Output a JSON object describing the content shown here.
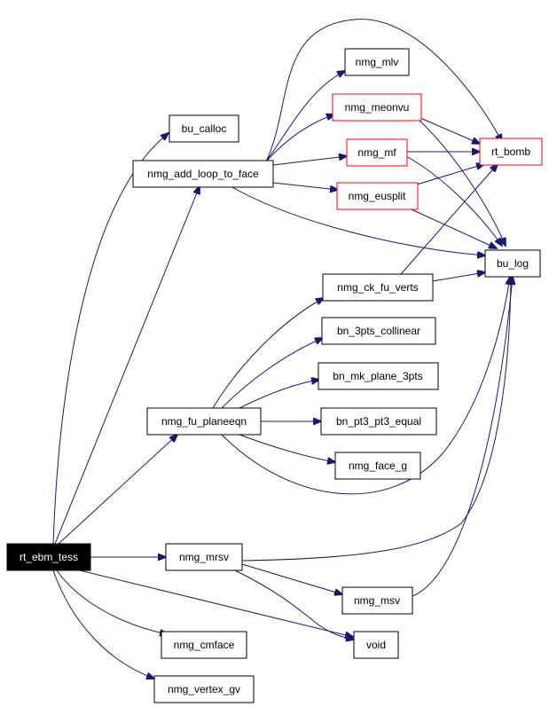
{
  "colors": {
    "edge": "#191970",
    "node_border": "#000000",
    "node_border_highlight": "#ff0000",
    "root_fill": "#000000",
    "root_text": "#ffffff"
  },
  "nodes": {
    "rt_ebm_tess": "rt_ebm_tess",
    "bu_calloc": "bu_calloc",
    "nmg_add_loop_to_face": "nmg_add_loop_to_face",
    "nmg_mlv": "nmg_mlv",
    "nmg_meonvu": "nmg_meonvu",
    "nmg_mf": "nmg_mf",
    "nmg_eusplit": "nmg_eusplit",
    "rt_bomb": "rt_bomb",
    "bu_log": "bu_log",
    "nmg_ck_fu_verts": "nmg_ck_fu_verts",
    "bn_3pts_collinear": "bn_3pts_collinear",
    "bn_mk_plane_3pts": "bn_mk_plane_3pts",
    "nmg_fu_planeeqn": "nmg_fu_planeeqn",
    "bn_pt3_pt3_equal": "bn_pt3_pt3_equal",
    "nmg_face_g": "nmg_face_g",
    "nmg_mrsv": "nmg_mrsv",
    "nmg_msv": "nmg_msv",
    "nmg_cmface": "nmg_cmface",
    "void": "void",
    "nmg_vertex_gv": "nmg_vertex_gv"
  },
  "highlighted_nodes": [
    "nmg_meonvu",
    "nmg_mf",
    "nmg_eusplit",
    "rt_bomb"
  ],
  "root_node": "rt_ebm_tess",
  "edges": [
    [
      "rt_ebm_tess",
      "bu_calloc"
    ],
    [
      "rt_ebm_tess",
      "nmg_add_loop_to_face"
    ],
    [
      "rt_ebm_tess",
      "nmg_fu_planeeqn"
    ],
    [
      "rt_ebm_tess",
      "nmg_mrsv"
    ],
    [
      "rt_ebm_tess",
      "nmg_cmface"
    ],
    [
      "rt_ebm_tess",
      "void"
    ],
    [
      "rt_ebm_tess",
      "nmg_vertex_gv"
    ],
    [
      "nmg_add_loop_to_face",
      "nmg_mlv"
    ],
    [
      "nmg_add_loop_to_face",
      "nmg_meonvu"
    ],
    [
      "nmg_add_loop_to_face",
      "nmg_mf"
    ],
    [
      "nmg_add_loop_to_face",
      "nmg_eusplit"
    ],
    [
      "nmg_add_loop_to_face",
      "rt_bomb"
    ],
    [
      "nmg_add_loop_to_face",
      "bu_log"
    ],
    [
      "nmg_meonvu",
      "rt_bomb"
    ],
    [
      "nmg_meonvu",
      "bu_log"
    ],
    [
      "nmg_mf",
      "rt_bomb"
    ],
    [
      "nmg_mf",
      "bu_log"
    ],
    [
      "nmg_eusplit",
      "rt_bomb"
    ],
    [
      "nmg_eusplit",
      "bu_log"
    ],
    [
      "nmg_ck_fu_verts",
      "rt_bomb"
    ],
    [
      "nmg_ck_fu_verts",
      "bu_log"
    ],
    [
      "nmg_fu_planeeqn",
      "nmg_ck_fu_verts"
    ],
    [
      "nmg_fu_planeeqn",
      "bn_3pts_collinear"
    ],
    [
      "nmg_fu_planeeqn",
      "bn_mk_plane_3pts"
    ],
    [
      "nmg_fu_planeeqn",
      "bn_pt3_pt3_equal"
    ],
    [
      "nmg_fu_planeeqn",
      "nmg_face_g"
    ],
    [
      "nmg_fu_planeeqn",
      "bu_log"
    ],
    [
      "nmg_mrsv",
      "bu_log"
    ],
    [
      "nmg_mrsv",
      "nmg_msv"
    ],
    [
      "nmg_mrsv",
      "void"
    ],
    [
      "nmg_msv",
      "bu_log"
    ]
  ]
}
